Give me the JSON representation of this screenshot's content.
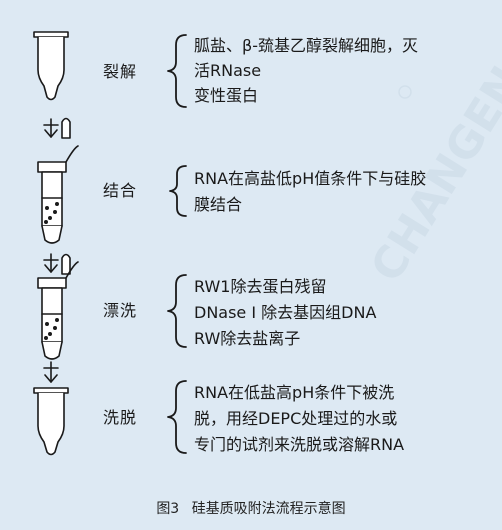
{
  "steps": [
    {
      "label": "裂解",
      "lines": [
        "胍盐、β-巯基乙醇裂解细胞，灭",
        "活RNase",
        "变性蛋白"
      ]
    },
    {
      "label": "结合",
      "lines": [
        "RNA在高盐低pH值条件下与硅胶",
        "膜结合"
      ]
    },
    {
      "label": "漂洗",
      "lines": [
        "RW1除去蛋白残留",
        "DNase Ⅰ 除去基因组DNA",
        "RW除去盐离子"
      ]
    },
    {
      "label": "洗脱",
      "lines": [
        "RNA在低盐高pH条件下被洗",
        "脱，用经DEPC处理过的水或",
        "专门的试剂来洗脱或溶解RNA"
      ]
    }
  ],
  "caption": {
    "number": "图3",
    "title": "硅基质吸附法流程示意图"
  },
  "watermark": {
    "text": "CWBIO CHANGEN",
    "color": "#9fb4c8"
  },
  "colors": {
    "background": "#dde9f3",
    "line": "#1a1a1a"
  }
}
